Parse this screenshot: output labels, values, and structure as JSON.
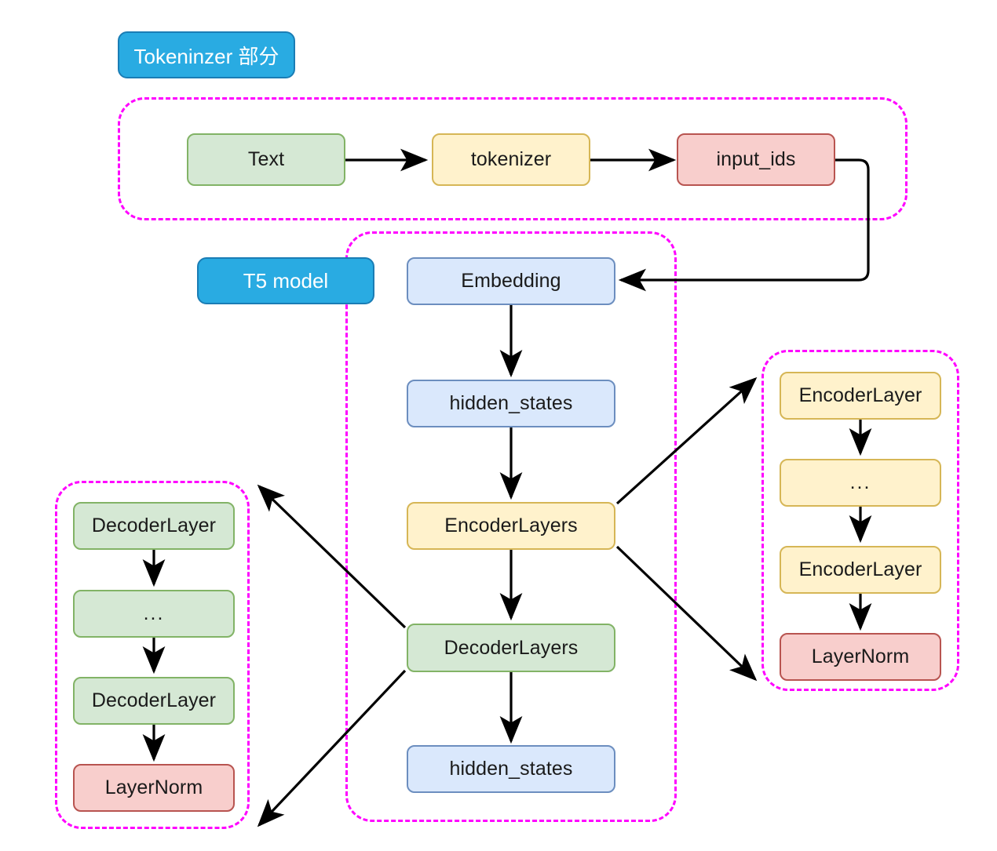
{
  "diagram": {
    "title_badges": [
      {
        "id": "tokenizer-section",
        "label": "Tokeninzer 部分"
      },
      {
        "id": "t5-model",
        "label": "T5 model"
      }
    ],
    "groups": [
      {
        "id": "tokenizer-group",
        "name": "tokenizer-group"
      },
      {
        "id": "t5-model-group",
        "name": "t5-model-group"
      },
      {
        "id": "encoder-stack-group",
        "name": "encoder-stack-group"
      },
      {
        "id": "decoder-stack-group",
        "name": "decoder-stack-group"
      }
    ],
    "nodes": {
      "text": {
        "label": "Text",
        "color": "green"
      },
      "tokenizer": {
        "label": "tokenizer",
        "color": "yellow"
      },
      "input_ids": {
        "label": "input_ids",
        "color": "red"
      },
      "embedding": {
        "label": "Embedding",
        "color": "blue"
      },
      "hidden_states_1": {
        "label": "hidden_states",
        "color": "blue"
      },
      "encoder_layers": {
        "label": "EncoderLayers",
        "color": "yellow"
      },
      "decoder_layers": {
        "label": "DecoderLayers",
        "color": "green"
      },
      "hidden_states_2": {
        "label": "hidden_states",
        "color": "blue"
      },
      "encoder_layer_first": {
        "label": "EncoderLayer",
        "color": "yellow"
      },
      "encoder_layer_ellipsis": {
        "label": "...",
        "color": "yellow"
      },
      "encoder_layer_last": {
        "label": "EncoderLayer",
        "color": "yellow"
      },
      "encoder_layernorm": {
        "label": "LayerNorm",
        "color": "red"
      },
      "decoder_layer_first": {
        "label": "DecoderLayer",
        "color": "green"
      },
      "decoder_layer_ellipsis": {
        "label": "...",
        "color": "green"
      },
      "decoder_layer_last": {
        "label": "DecoderLayer",
        "color": "green"
      },
      "decoder_layernorm": {
        "label": "LayerNorm",
        "color": "red"
      }
    },
    "edges": [
      {
        "from": "text",
        "to": "tokenizer"
      },
      {
        "from": "tokenizer",
        "to": "input_ids"
      },
      {
        "from": "input_ids",
        "to": "embedding"
      },
      {
        "from": "embedding",
        "to": "hidden_states_1"
      },
      {
        "from": "hidden_states_1",
        "to": "encoder_layers"
      },
      {
        "from": "encoder_layers",
        "to": "decoder_layers"
      },
      {
        "from": "decoder_layers",
        "to": "hidden_states_2"
      },
      {
        "from": "encoder_layers",
        "to": "encoder_stack_group_top"
      },
      {
        "from": "encoder_layers",
        "to": "encoder_stack_group_bottom"
      },
      {
        "from": "decoder_layers",
        "to": "decoder_stack_group_top"
      },
      {
        "from": "decoder_layers",
        "to": "decoder_stack_group_bottom"
      },
      {
        "from": "encoder_layer_first",
        "to": "encoder_layer_ellipsis"
      },
      {
        "from": "encoder_layer_ellipsis",
        "to": "encoder_layer_last"
      },
      {
        "from": "encoder_layer_last",
        "to": "encoder_layernorm"
      },
      {
        "from": "decoder_layer_first",
        "to": "decoder_layer_ellipsis"
      },
      {
        "from": "decoder_layer_ellipsis",
        "to": "decoder_layer_last"
      },
      {
        "from": "decoder_layer_last",
        "to": "decoder_layernorm"
      }
    ],
    "colors": {
      "group_border": "#ff00ff",
      "badge_fill": "#29abe2",
      "badge_border": "#1a7db5",
      "green_fill": "#d5e8d4",
      "green_border": "#82b366",
      "yellow_fill": "#fff2cc",
      "yellow_border": "#d6b656",
      "red_fill": "#f8cecc",
      "red_border": "#b85450",
      "blue_fill": "#dae8fc",
      "blue_border": "#6c8ebf",
      "edge": "#000000"
    }
  }
}
